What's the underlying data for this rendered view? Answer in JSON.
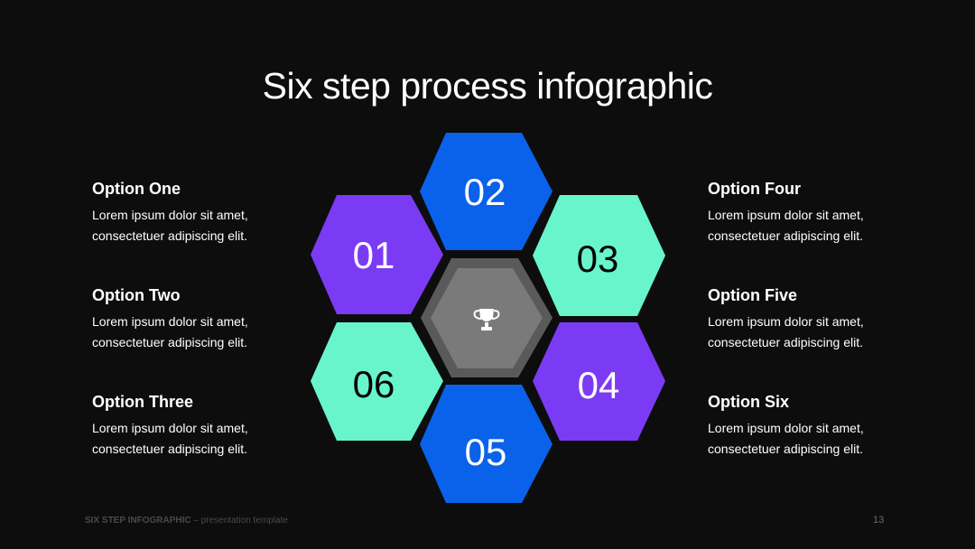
{
  "title": "Six step process infographic",
  "options": [
    {
      "heading": "Option One",
      "line1": "Lorem ipsum dolor sit amet,",
      "line2": "consectetuer adipiscing elit."
    },
    {
      "heading": "Option Two",
      "line1": "Lorem ipsum dolor sit amet,",
      "line2": "consectetuer adipiscing elit."
    },
    {
      "heading": "Option Three",
      "line1": "Lorem ipsum dolor sit amet,",
      "line2": "consectetuer adipiscing elit."
    },
    {
      "heading": "Option Four",
      "line1": "Lorem ipsum dolor sit amet,",
      "line2": "consectetuer adipiscing elit."
    },
    {
      "heading": "Option Five",
      "line1": "Lorem ipsum dolor sit amet,",
      "line2": "consectetuer adipiscing elit."
    },
    {
      "heading": "Option Six",
      "line1": "Lorem ipsum dolor sit amet,",
      "line2": "consectetuer adipiscing elit."
    }
  ],
  "steps": [
    {
      "number": "01",
      "color": "#7b3bf5",
      "text_color": "#ffffff"
    },
    {
      "number": "02",
      "color": "#0a62eb",
      "text_color": "#ffffff"
    },
    {
      "number": "03",
      "color": "#68f5cb",
      "text_color": "#000000"
    },
    {
      "number": "04",
      "color": "#7b3bf5",
      "text_color": "#ffffff"
    },
    {
      "number": "05",
      "color": "#0a62eb",
      "text_color": "#ffffff"
    },
    {
      "number": "06",
      "color": "#68f5cb",
      "text_color": "#000000"
    }
  ],
  "center_icon": "trophy-icon",
  "footer": {
    "bold": "SIX STEP INFOGRAPHIC",
    "rest": " – presentation template"
  },
  "page_number": "13"
}
